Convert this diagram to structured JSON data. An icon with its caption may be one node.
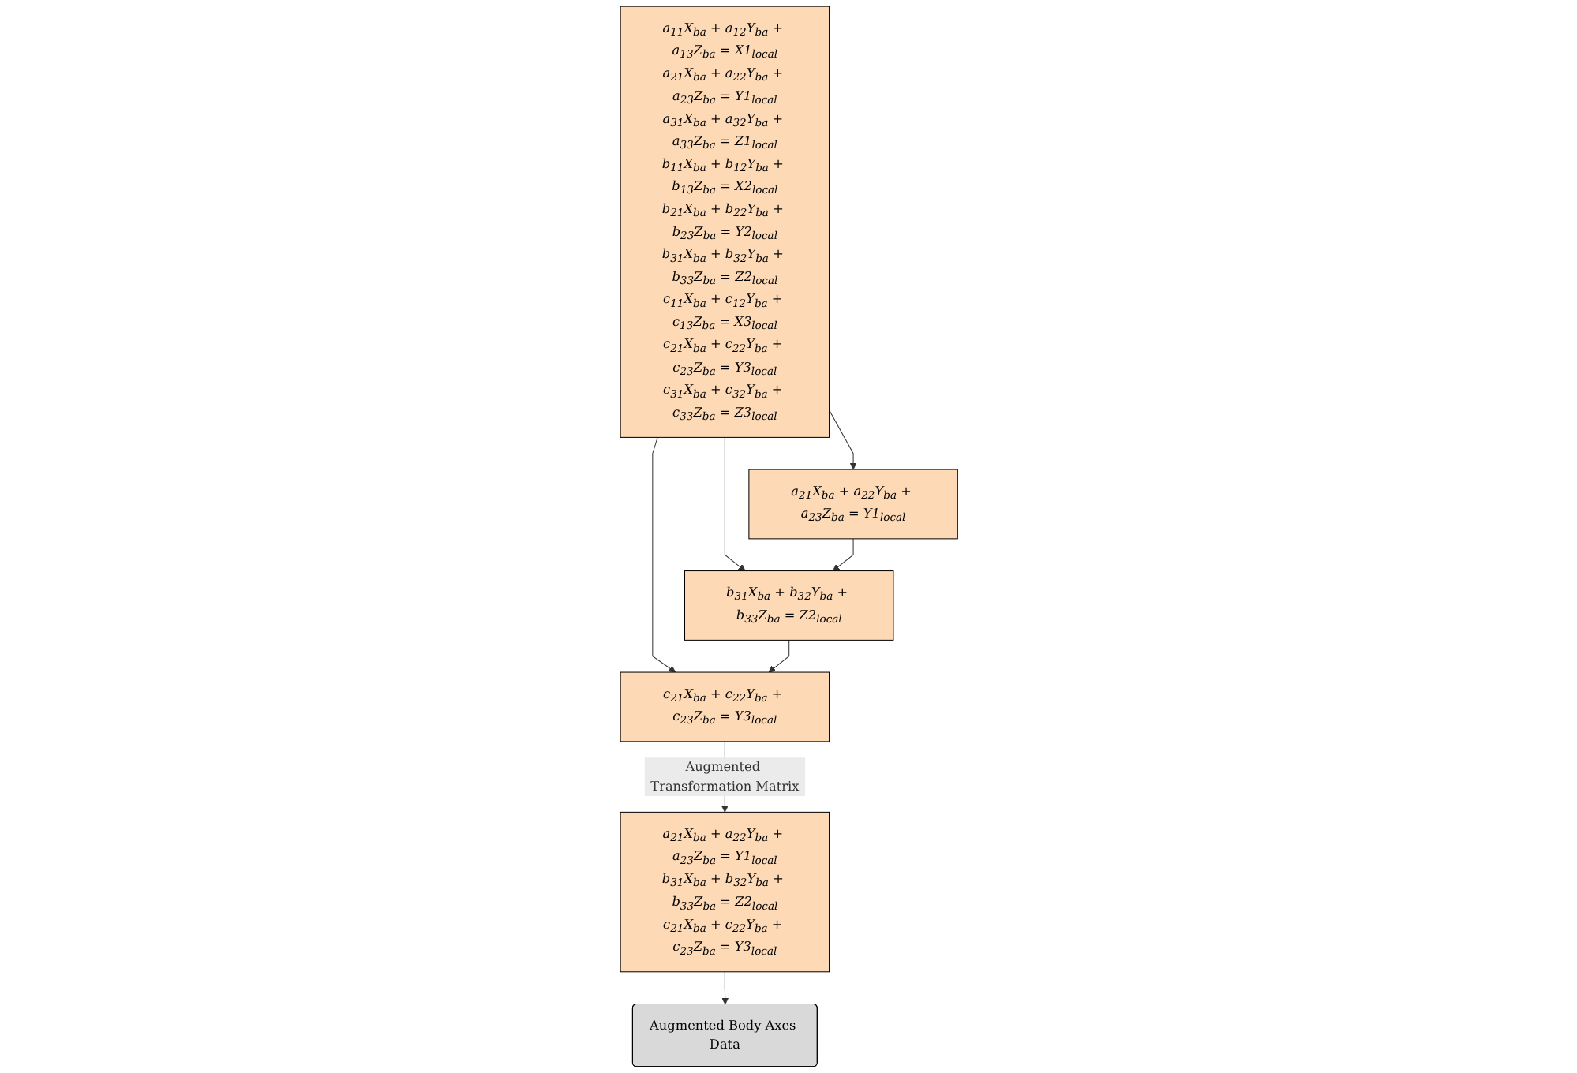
{
  "diagram": {
    "nodes": [
      {
        "text": [
          "a$_{11}$X$_{ba}$ + a$_{12}$Y$_{ba}$ + a$_{13}$Z$_{ba}$ = X1$_{local}$",
          "a$_{21}$X$_{ba}$ + a$_{22}$Y$_{ba}$ + a$_{23}$Z$_{ba}$ = Y1$_{local}$",
          "a$_{31}$X$_{ba}$ + a$_{32}$Y$_{ba}$ + a$_{33}$Z$_{ba}$ = Z1$_{local}$",
          "b$_{11}$X$_{ba}$ + b$_{12}$Y$_{ba}$ + b$_{13}$Z$_{ba}$ = X2$_{local}$",
          "b$_{21}$X$_{ba}$ + b$_{22}$Y$_{ba}$ + b$_{23}$Z$_{ba}$ = Y2$_{local}$",
          "b$_{31}$X$_{ba}$ + b$_{32}$Y$_{ba}$ + b$_{33}$Z$_{ba}$ = Z2$_{local}$",
          "c$_{11}$X$_{ba}$ + c$_{12}$Y$_{ba}$ + c$_{13}$Z$_{ba}$ = X3$_{local}$",
          "c$_{21}$X$_{ba}$ + c$_{22}$Y$_{ba}$ + c$_{23}$Z$_{ba}$ = Y3$_{local}$",
          "c$_{31}$X$_{ba}$ + c$_{32}$Y$_{ba}$ + c$_{33}$Z$_{ba}$ = Z3$_{local}$"
        ]
      },
      {
        "text": [
          "a$_{21}$X$_{ba}$ + a$_{22}$Y$_{ba}$ + a$_{23}$Z$_{ba}$ = Y1$_{local}$"
        ]
      },
      {
        "text": [
          "b$_{31}$X$_{ba}$ + b$_{32}$Y$_{ba}$ + b$_{33}$Z$_{ba}$ = Z2$_{local}$"
        ]
      },
      {
        "text": [
          "c$_{21}$X$_{ba}$ + c$_{22}$Y$_{ba}$ + c$_{23}$Z$_{ba}$ = Y3$_{local}$"
        ]
      },
      {
        "text": [
          "a$_{21}$X$_{ba}$ + a$_{22}$Y$_{ba}$ + a$_{23}$Z$_{ba}$ = Y1$_{local}$",
          "b$_{31}$X$_{ba}$ + b$_{32}$Y$_{ba}$ + b$_{33}$Z$_{ba}$ = Z2$_{local}$",
          "c$_{21}$X$_{ba}$ + c$_{22}$Y$_{ba}$ + c$_{23}$Z$_{ba}$ = Y3$_{local}$"
        ]
      },
      {
        "text": [
          "Augmented Body Axes Data"
        ]
      }
    ],
    "edges": [
      {
        "from": 0,
        "to": 1,
        "arrow": "to"
      },
      {
        "from": 0,
        "to": 2,
        "arrow": "to"
      },
      {
        "from": 0,
        "to": 3,
        "arrow": "to"
      },
      {
        "from": 1,
        "to": 2,
        "arrow": "to"
      },
      {
        "from": 2,
        "to": 3,
        "arrow": "to"
      },
      {
        "from": 3,
        "to": 4,
        "label": "Augmented Transformation Matrix",
        "arrow": "to"
      },
      {
        "from": 4,
        "to": 5,
        "arrow": "to"
      }
    ]
  }
}
